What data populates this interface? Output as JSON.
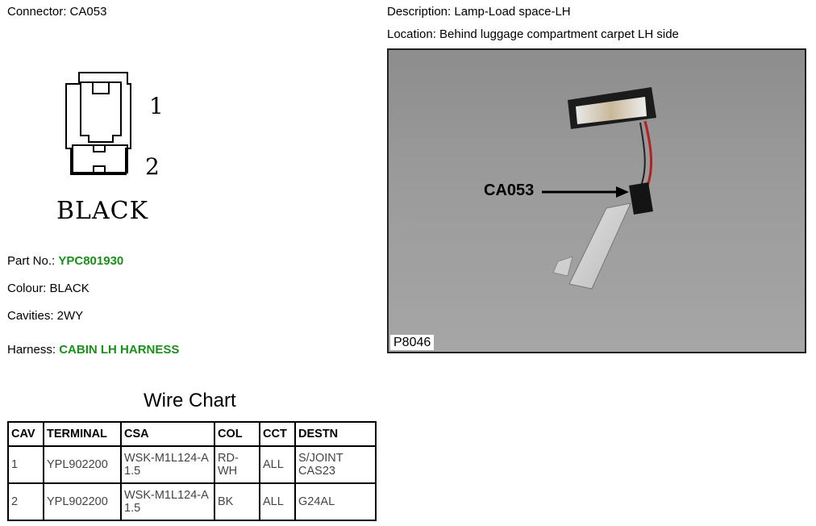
{
  "header": {
    "connector_label": "Connector: CA053",
    "description_label": "Description: Lamp-Load space-LH",
    "location_label": "Location: Behind luggage compartment carpet LH side"
  },
  "connector_diagram": {
    "pins": [
      "1",
      "2"
    ],
    "color_text": "BLACK"
  },
  "details": {
    "part_no_label": "Part No.:",
    "part_no_value": "YPC801930",
    "colour": "Colour: BLACK",
    "cavities": "Cavities: 2WY",
    "harness_label": "Harness:",
    "harness_value": "CABIN LH HARNESS"
  },
  "photo": {
    "callout": "CA053",
    "ref": "P8046"
  },
  "wire_chart": {
    "title": "Wire Chart",
    "headers": [
      "CAV",
      "TERMINAL",
      "CSA",
      "COL",
      "CCT",
      "DESTN"
    ],
    "rows": [
      [
        "1",
        "YPL902200",
        "WSK-M1L124-A 1.5",
        "RD-WH",
        "ALL",
        "S/JOINT CAS23"
      ],
      [
        "2",
        "YPL902200",
        "WSK-M1L124-A 1.5",
        "BK",
        "ALL",
        "G24AL"
      ]
    ]
  },
  "colors": {
    "accent_green": "#1a8f1a"
  }
}
